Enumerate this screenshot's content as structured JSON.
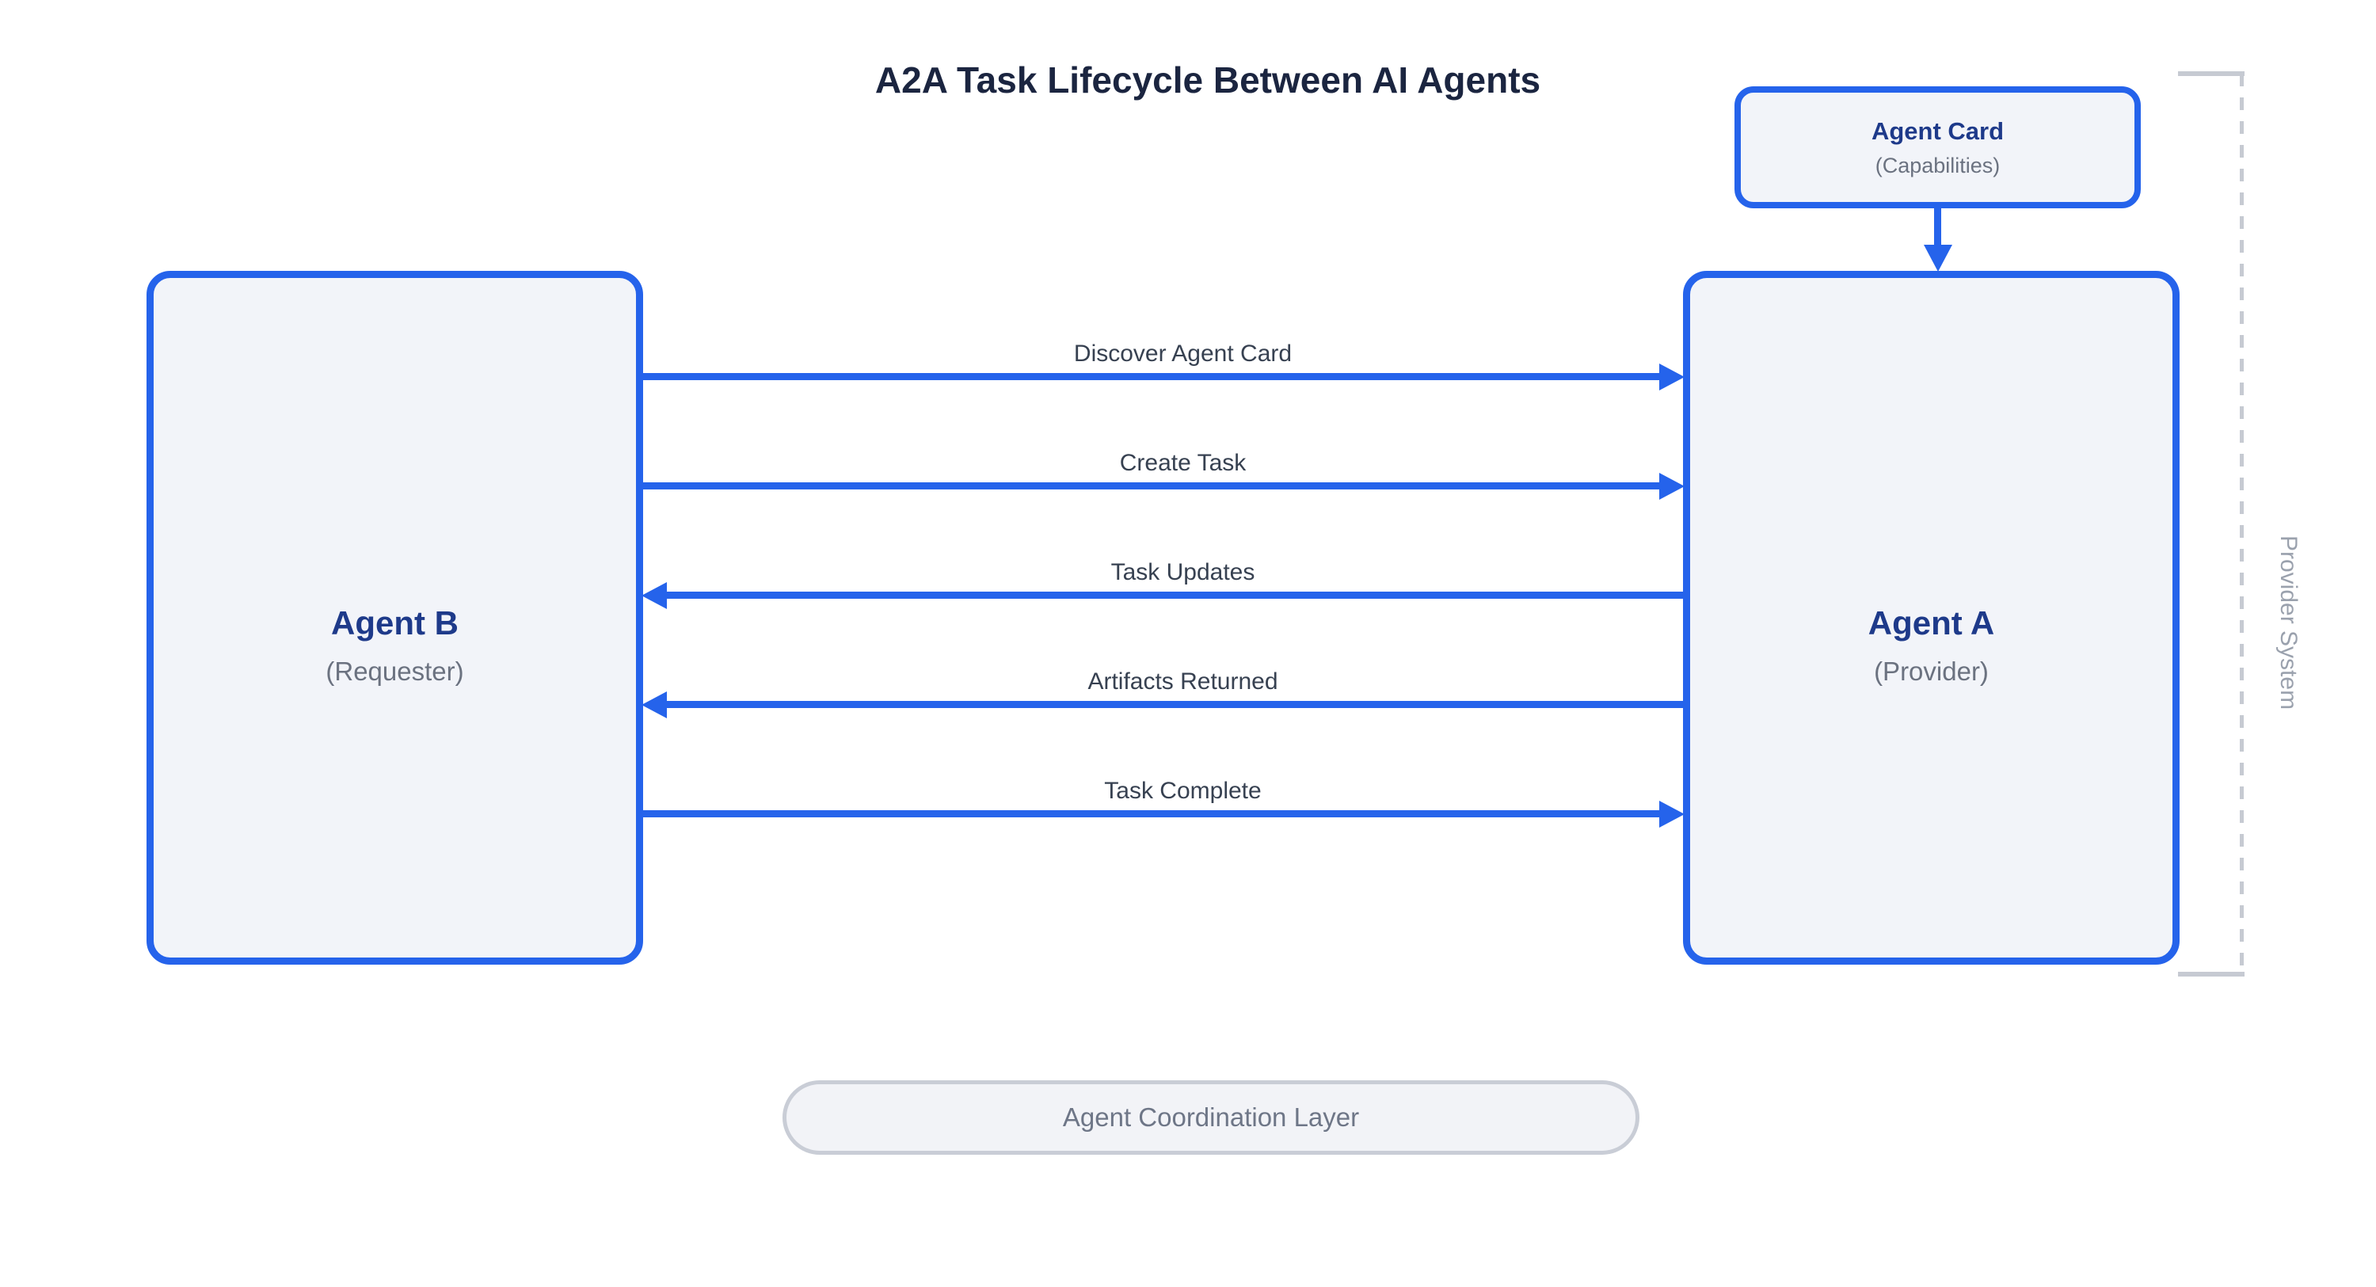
{
  "title": "A2A Task Lifecycle Between AI Agents",
  "colors": {
    "accent_blue": "#2563eb",
    "box_fill": "#f2f4f9",
    "node_name": "#1e3a8a",
    "title": "#1b2540",
    "subtitle": "#6b7280",
    "message_label": "#374151",
    "bracket": "#c6cad2",
    "side_label": "#9aa1ad",
    "pill_fill": "#f2f3f7",
    "pill_border": "#c9cdd6",
    "pill_text": "#6e7687"
  },
  "agent_card": {
    "name": "Agent Card",
    "subtitle": "(Capabilities)"
  },
  "agent_b": {
    "name": "Agent B",
    "subtitle": "(Requester)"
  },
  "agent_a": {
    "name": "Agent A",
    "subtitle": "(Provider)"
  },
  "arrows": [
    {
      "label": "Discover Agent Card",
      "direction": "right"
    },
    {
      "label": "Create Task",
      "direction": "right"
    },
    {
      "label": "Task Updates",
      "direction": "left"
    },
    {
      "label": "Artifacts Returned",
      "direction": "left"
    },
    {
      "label": "Task Complete",
      "direction": "right"
    }
  ],
  "provider_system_label": "Provider System",
  "coordination_layer_label": "Agent Coordination Layer"
}
